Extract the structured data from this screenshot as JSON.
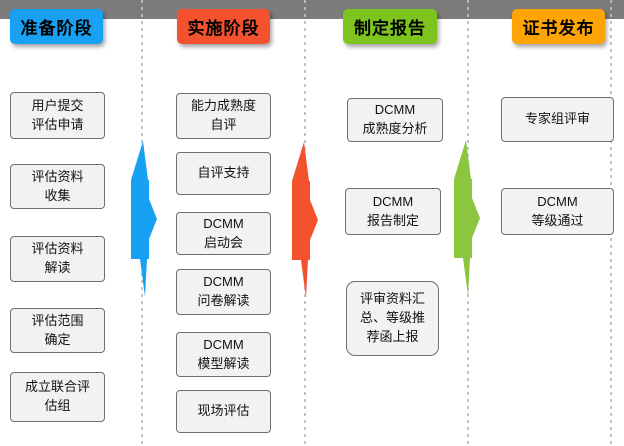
{
  "colors": {
    "top_bar": "#7c7c7c",
    "box_fill": "#f2f2f2",
    "box_border": "#6f6f6f",
    "divider_dash": "#bebebe"
  },
  "phases": [
    {
      "label": "准备阶段",
      "color": "#18a0f2",
      "steps": [
        "用户提交\n评估申请",
        "评估资料\n收集",
        "评估资料\n解读",
        "评估范围\n确定",
        "成立联合评\n估组"
      ]
    },
    {
      "label": "实施阶段",
      "color": "#f4512e",
      "steps": [
        "能力成熟度\n自评",
        "自评支持",
        "DCMM\n启动会",
        "DCMM\n问卷解读",
        "DCMM\n模型解读",
        "现场评估"
      ]
    },
    {
      "label": "制定报告",
      "color": "#7ec41e",
      "steps": [
        "DCMM\n成熟度分析",
        "DCMM\n报告制定",
        "评审资料汇\n总、等级推\n荐函上报"
      ]
    },
    {
      "label": "证书发布",
      "color": "#ffa405",
      "steps": [
        "专家组评审",
        "DCMM\n等级通过"
      ]
    }
  ],
  "arrows": [
    {
      "name": "arrow-preparation-to-implementation",
      "color": "#18a0f2"
    },
    {
      "name": "arrow-implementation-to-report",
      "color": "#f4512e"
    },
    {
      "name": "arrow-report-to-certificate",
      "color": "#8cc63f"
    }
  ]
}
